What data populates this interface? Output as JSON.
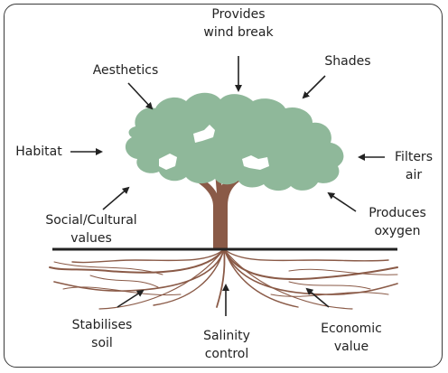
{
  "colors": {
    "foliage": "#8fb89a",
    "trunk": "#8a5a47",
    "roots": "#8a5a47",
    "ground": "#222222",
    "text": "#222222",
    "border": "#3a3a3a"
  },
  "labels": {
    "wind_break": [
      "Provides",
      "wind break"
    ],
    "aesthetics": [
      "Aesthetics"
    ],
    "shades": [
      "Shades"
    ],
    "habitat": [
      "Habitat"
    ],
    "filters_air": [
      "Filters",
      "air"
    ],
    "social_cultural": [
      "Social/Cultural",
      "values"
    ],
    "produces_oxygen": [
      "Produces",
      "oxygen"
    ],
    "stabilises_soil": [
      "Stabilises",
      "soil"
    ],
    "salinity_control": [
      "Salinity",
      "control"
    ],
    "economic_value": [
      "Economic",
      "value"
    ]
  }
}
